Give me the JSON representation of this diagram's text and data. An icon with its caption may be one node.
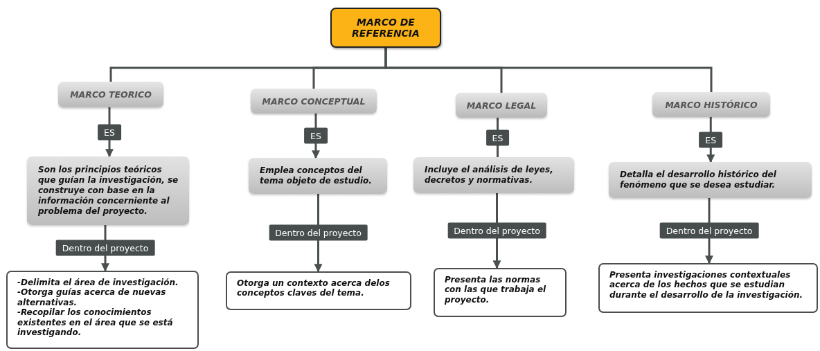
{
  "diagram": {
    "nodes": [
      {
        "text": [
          "MARCO DE REFERENCIA"
        ]
      },
      {
        "text": [
          "MARCO TEORICO"
        ]
      },
      {
        "text": [
          "Son los principios teóricos que guían la investigación, se construye con base en la información concerniente al problema del proyecto."
        ]
      },
      {
        "text": [
          "-Delimita el área de investigación.",
          "-Otorga guías acerca de nuevas alternativas.",
          "-Recopilar los conocimientos existentes en el área que se está investigando."
        ]
      },
      {
        "text": [
          "MARCO CONCEPTUAL"
        ]
      },
      {
        "text": [
          "Emplea conceptos del tema objeto de estudio."
        ]
      },
      {
        "text": [
          "Otorga un contexto acerca delos conceptos claves del tema."
        ]
      },
      {
        "text": [
          "MARCO LEGAL"
        ]
      },
      {
        "text": [
          "Incluye el análisis de leyes, decretos y normativas."
        ]
      },
      {
        "text": [
          "Presenta las normas con las que trabaja el proyecto."
        ]
      },
      {
        "text": [
          "MARCO HISTÓRICO"
        ]
      },
      {
        "text": [
          "Detalla el desarrollo histórico del fenómeno que se desea estudiar."
        ]
      },
      {
        "text": [
          "Presenta investigaciones contextuales acerca de los hechos que se estudian durante el desarrollo de la investigación."
        ]
      }
    ],
    "edges": [
      {
        "from": 0,
        "to": 1,
        "arrow": "none"
      },
      {
        "from": 0,
        "to": 4,
        "arrow": "none"
      },
      {
        "from": 0,
        "to": 7,
        "arrow": "none"
      },
      {
        "from": 0,
        "to": 10,
        "arrow": "none"
      },
      {
        "from": 1,
        "to": 2,
        "arrow": "to",
        "label": "ES"
      },
      {
        "from": 2,
        "to": 3,
        "arrow": "to",
        "label": "Dentro del proyecto"
      },
      {
        "from": 4,
        "to": 5,
        "arrow": "to",
        "label": "ES"
      },
      {
        "from": 5,
        "to": 6,
        "arrow": "to",
        "label": "Dentro del proyecto"
      },
      {
        "from": 7,
        "to": 8,
        "arrow": "none",
        "label": "ES"
      },
      {
        "from": 8,
        "to": 9,
        "arrow": "to",
        "label": "Dentro del proyecto"
      },
      {
        "from": 10,
        "to": 11,
        "arrow": "to",
        "label": "ES"
      },
      {
        "from": 11,
        "to": 12,
        "arrow": "to",
        "label": "Dentro del proyecto"
      }
    ]
  }
}
